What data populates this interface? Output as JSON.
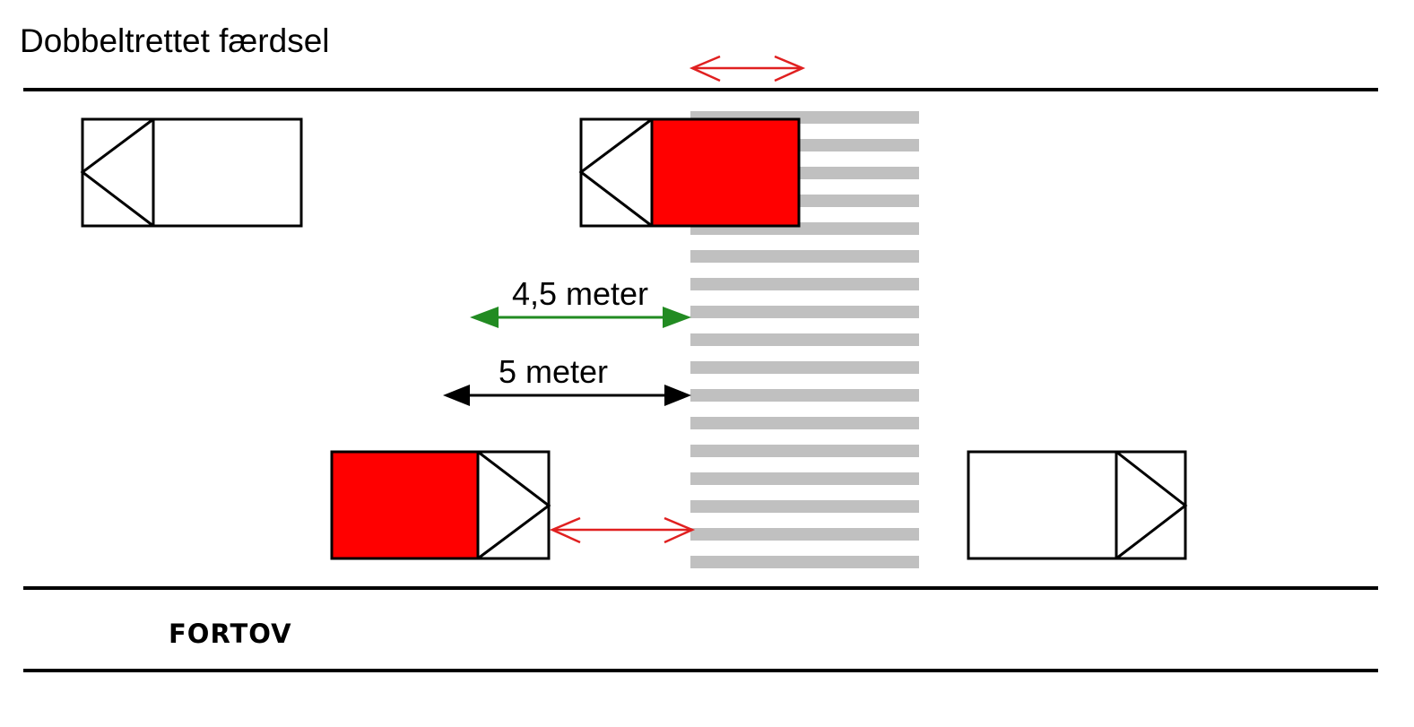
{
  "diagram": {
    "title": "Dobbeltrettet færdsel",
    "sidewalk_label": "FORTOV",
    "dimensions": [
      {
        "label": "4,5 meter",
        "color": "#228b22"
      },
      {
        "label": "5 meter",
        "color": "#000000"
      }
    ],
    "colors": {
      "highlight_vehicle": "#ff0000",
      "crosswalk_stripe": "#c0c0c0",
      "gap_arrow": "#e02020",
      "road_line": "#000000"
    },
    "crosswalk_stripe_count": 17,
    "vehicles": [
      {
        "direction": "left",
        "highlighted": false
      },
      {
        "direction": "left",
        "highlighted": true
      },
      {
        "direction": "right",
        "highlighted": true
      },
      {
        "direction": "right",
        "highlighted": false
      }
    ]
  }
}
